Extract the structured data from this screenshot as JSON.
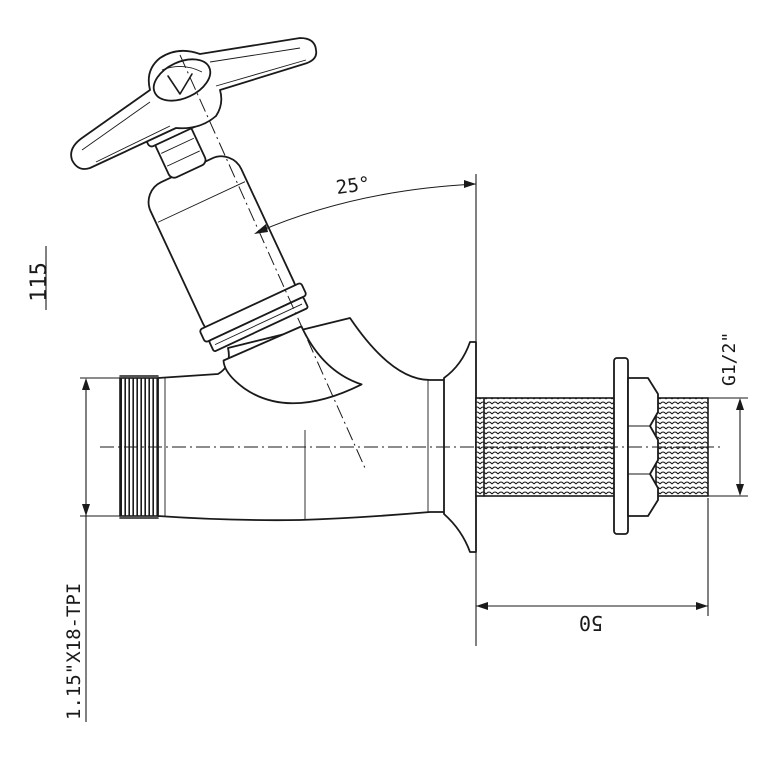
{
  "dimensions": {
    "height": "115",
    "angle": "25°",
    "length": "50",
    "outlet_thread": "G1/2\"",
    "inlet_thread": "1.15\"X18-TPI"
  }
}
